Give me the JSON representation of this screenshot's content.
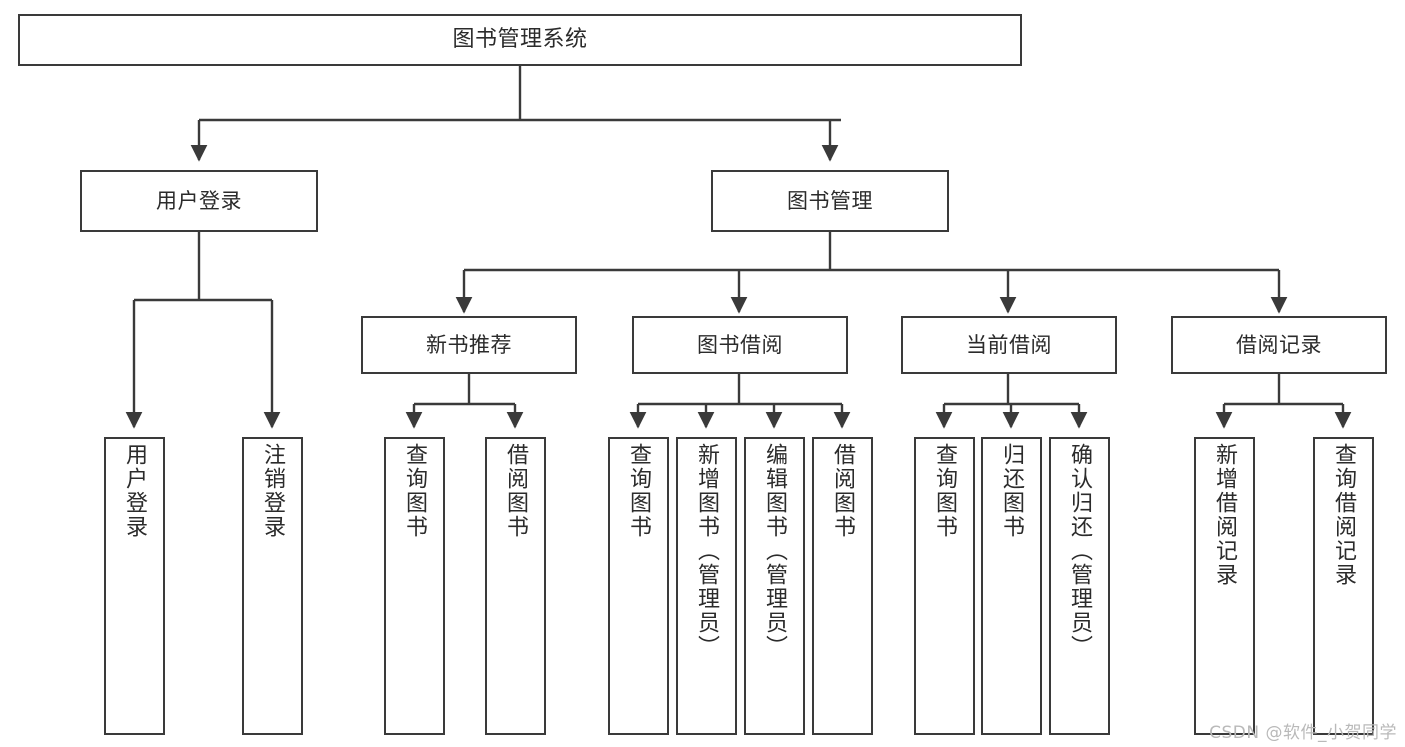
{
  "diagram": {
    "title": "图书管理系统",
    "type": "tree-hierarchy",
    "watermark": "CSDN @软件_小贺同学",
    "colors": {
      "stroke": "#3a3a3a",
      "fill": "#ffffff",
      "text": "#2b2b2b",
      "watermark": "#b9b9b9"
    },
    "root": {
      "label": "图书管理系统"
    },
    "level1": [
      {
        "label": "用户登录"
      },
      {
        "label": "图书管理"
      }
    ],
    "level2": [
      {
        "label": "新书推荐"
      },
      {
        "label": "图书借阅"
      },
      {
        "label": "当前借阅"
      },
      {
        "label": "借阅记录"
      }
    ],
    "leaves": {
      "user_login": [
        {
          "label": "用户登录"
        },
        {
          "label": "注销登录"
        }
      ],
      "new_book_recommend": [
        {
          "label": "查询图书"
        },
        {
          "label": "借阅图书"
        }
      ],
      "book_borrow": [
        {
          "label": "查询图书"
        },
        {
          "label": "新增图书（管理员）"
        },
        {
          "label": "编辑图书（管理员）"
        },
        {
          "label": "借阅图书"
        }
      ],
      "current_borrow": [
        {
          "label": "查询图书"
        },
        {
          "label": "归还图书"
        },
        {
          "label": "确认归还（管理员）"
        }
      ],
      "borrow_record": [
        {
          "label": "新增借阅记录"
        },
        {
          "label": "查询借阅记录"
        }
      ]
    }
  }
}
